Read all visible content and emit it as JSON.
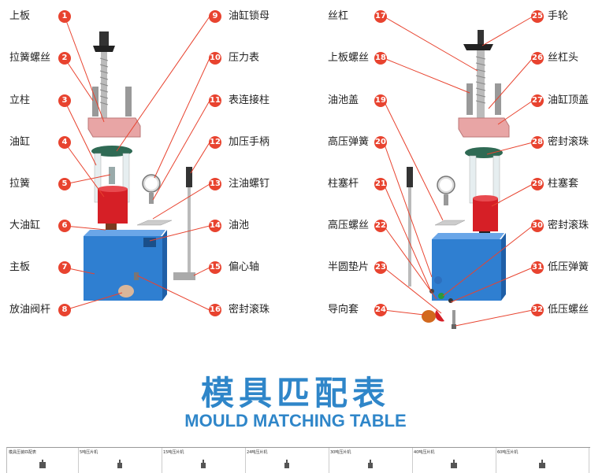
{
  "left_labels": {
    "l1": "上板",
    "l2": "拉簧螺丝",
    "l3": "立柱",
    "l4": "油缸",
    "l5": "拉簧",
    "l6": "大油缸",
    "l7": "主板",
    "l8": "放油阀杆"
  },
  "left_right_labels": {
    "l9": "油缸锁母",
    "l10": "压力表",
    "l11": "表连接柱",
    "l12": "加压手柄",
    "l13": "注油螺钉",
    "l14": "油池",
    "l15": "偏心轴",
    "l16": "密封滚珠"
  },
  "right_left_labels": {
    "l17": "丝杠",
    "l18": "上板螺丝",
    "l19": "油池盖",
    "l20": "高压弹簧",
    "l21": "柱塞杆",
    "l22": "高压螺丝",
    "l23": "半圆垫片",
    "l24": "导向套"
  },
  "right_right_labels": {
    "l25": "手轮",
    "l26": "丝杠头",
    "l27": "油缸顶盖",
    "l28": "密封滚珠",
    "l29": "柱塞套",
    "l30": "密封滚珠",
    "l31": "低压弹簧",
    "l32": "低压螺丝"
  },
  "numbers": [
    "1",
    "2",
    "3",
    "4",
    "5",
    "6",
    "7",
    "8",
    "9",
    "10",
    "11",
    "12",
    "13",
    "14",
    "15",
    "16",
    "17",
    "18",
    "19",
    "20",
    "21",
    "22",
    "23",
    "24",
    "25",
    "26",
    "27",
    "28",
    "29",
    "30",
    "31",
    "32"
  ],
  "title_cn": "模具匹配表",
  "title_en": "MOULD MATCHING TABLE",
  "table_headers": [
    "模具压装匹配表",
    "5吨压片机",
    "15吨压片机",
    "24吨压片机",
    "30吨压片机",
    "40吨压片机",
    "60吨压片机"
  ],
  "colors": {
    "badge": "#e8432f",
    "title": "#2f86c9",
    "body_blue": "#2f7fd1",
    "cylinder_red": "#d61f26"
  }
}
